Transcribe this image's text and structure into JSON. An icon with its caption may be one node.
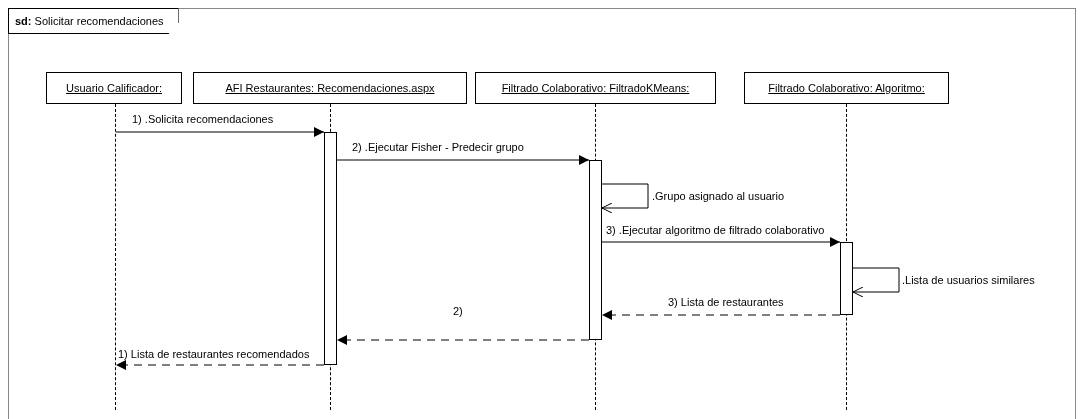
{
  "diagram": {
    "title": "**sd:** Solicitar recomendaciones",
    "nodes": [
      {
        "text": [
          "Usuario Calificador:"
        ]
      },
      {
        "text": [
          "AFI Restaurantes: Recomendaciones.aspx"
        ]
      },
      {
        "text": [
          "Filtrado Colaborativo: FiltradoKMeans:"
        ]
      },
      {
        "text": [
          "Filtrado Colaborativo: Algoritmo:"
        ]
      },
      {
        "text": [],
        "shape": "line"
      },
      {
        "text": [],
        "shape": "line"
      },
      {
        "text": [],
        "shape": "line"
      },
      {
        "text": [],
        "shape": "line"
      },
      {
        "text": [],
        "shape": "bar"
      },
      {
        "text": [],
        "shape": "bar"
      },
      {
        "text": [],
        "shape": "bar"
      }
    ],
    "edges": [
      {
        "from": 4,
        "to": 8,
        "arrow": "to",
        "label": "1) .Solicita recomendaciones"
      },
      {
        "from": 8,
        "to": 9,
        "arrow": "to",
        "label": "2) .Ejecutar Fisher - Predecir grupo"
      },
      {
        "from": 9,
        "to": 9,
        "arrow": "to",
        "label": ".Grupo asignado al usuario"
      },
      {
        "from": 9,
        "to": 10,
        "arrow": "to",
        "label": "3) .Ejecutar algoritmo de filtrado colaborativo"
      },
      {
        "from": 10,
        "to": 10,
        "arrow": "to",
        "label": ".Lista de usuarios similares"
      },
      {
        "from": 10,
        "to": 9,
        "arrow": "to",
        "label": "3) Lista de restaurantes",
        "style": "dashed"
      },
      {
        "from": 9,
        "to": 8,
        "arrow": "to",
        "label": "2)",
        "style": "dashed"
      },
      {
        "from": 8,
        "to": 4,
        "arrow": "to",
        "label": "1) Lista de restaurantes recomendados",
        "style": "dashed"
      }
    ]
  }
}
